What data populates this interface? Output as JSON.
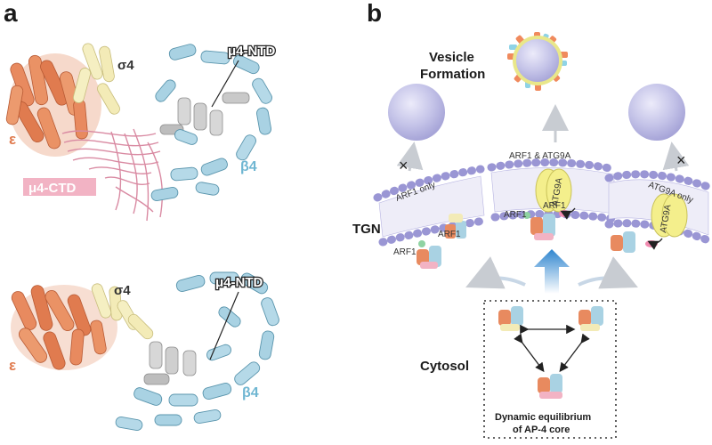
{
  "panel_a": {
    "letter": "a",
    "top": {
      "label_sigma": "σ4",
      "label_ntd": "μ4-NTD",
      "label_epsilon": "ε",
      "label_ctd": "μ4-CTD",
      "label_beta": "β4"
    },
    "bottom": {
      "label_sigma": "σ4",
      "label_ntd": "μ4-NTD",
      "label_epsilon": "ε",
      "label_beta": "β4"
    }
  },
  "panel_b": {
    "letter": "b",
    "vesicle_formation": [
      "Vesicle",
      "Formation"
    ],
    "tgn_label": "TGN",
    "cytosol_label": "Cytosol",
    "condition_left": "ARF1 only",
    "condition_middle": "ARF1 & ATG9A",
    "condition_right": "ATG9A only",
    "blocked_mark": "×",
    "arf1_label": "ARF1",
    "atg9a_label": "ATG9A",
    "equilibrium_caption": [
      "Dynamic equilibrium",
      "of AP-4 core"
    ]
  },
  "colors": {
    "epsilon": "#e07b4f",
    "beta": "#a9d2e3",
    "sigma": "#f3ebb7",
    "mu_ctd": "#f2b3c4",
    "mu_ntd": "#c9c9c9",
    "vesicle": "#c4c3e8",
    "membrane": "#9a96d4",
    "atg9a": "#f4ef8c",
    "arrow_blue": "#3a8fd0"
  }
}
